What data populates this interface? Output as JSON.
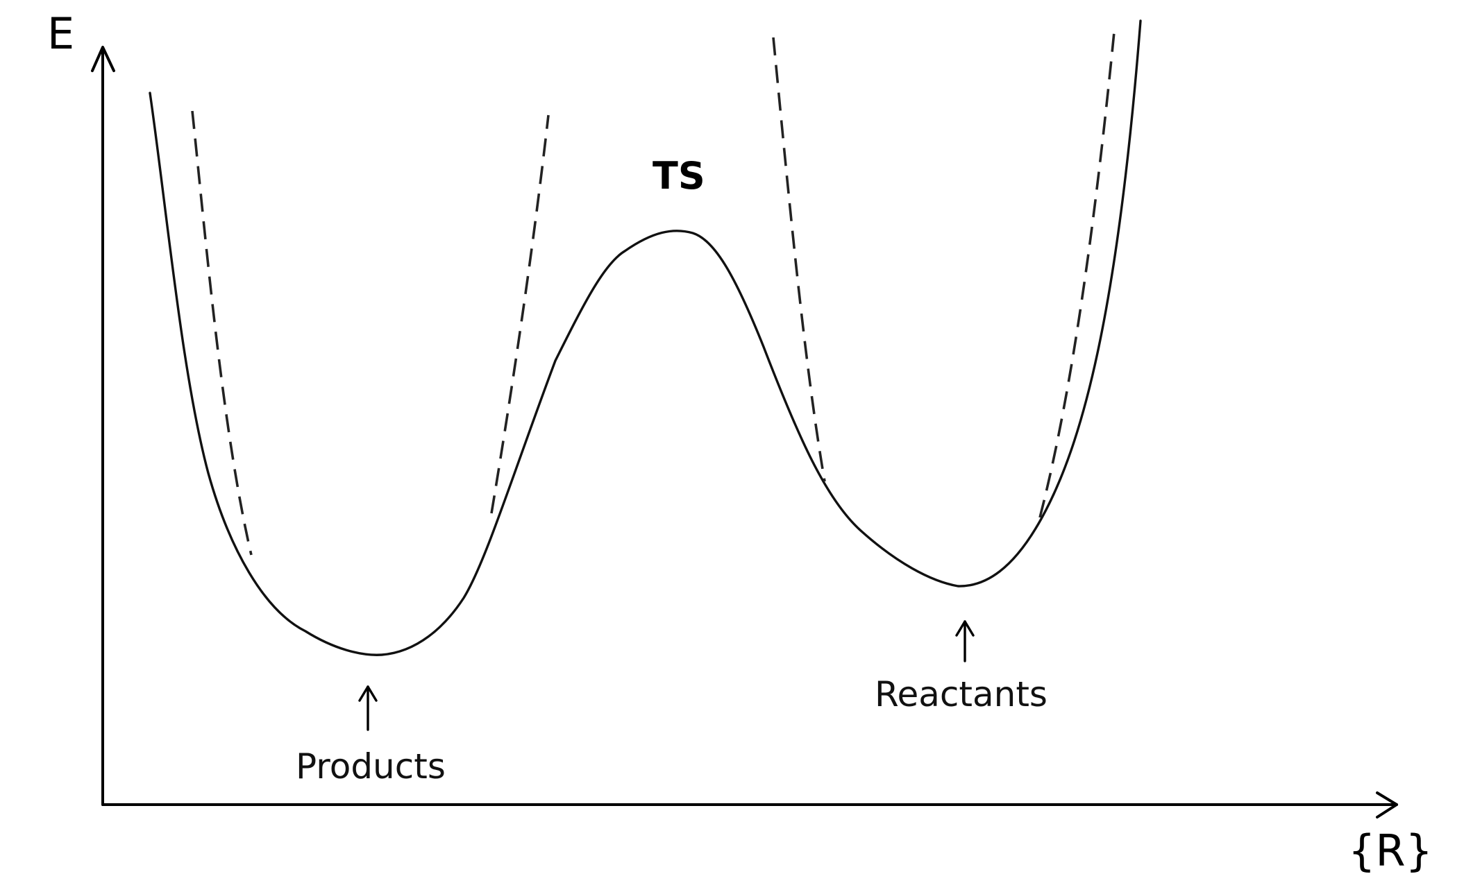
{
  "diagram": {
    "y_axis_label": "E",
    "x_axis_label": "{R}",
    "ts_label": "TS",
    "products_label": "Products",
    "reactants_label": "Reactants",
    "pointer_glyph": "↑"
  }
}
